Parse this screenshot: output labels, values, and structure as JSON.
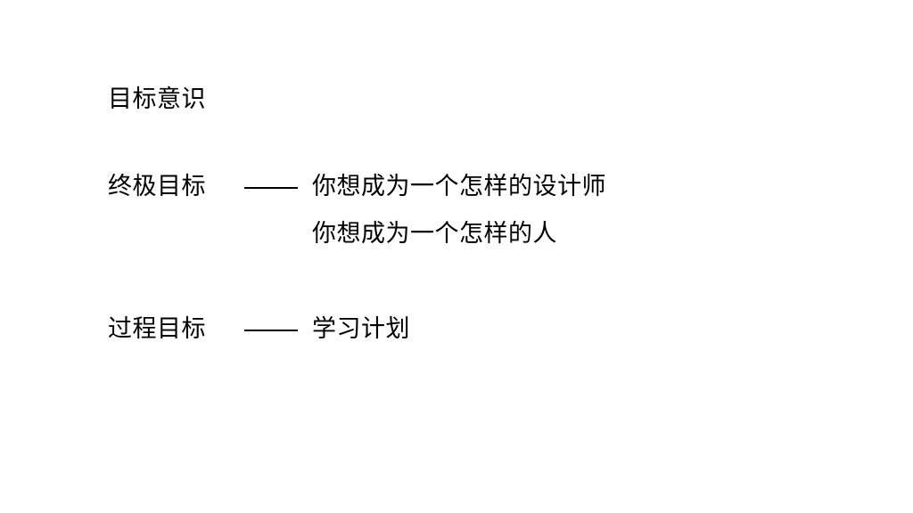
{
  "slide": {
    "title": "目标意识",
    "rows": [
      {
        "label": "终极目标",
        "separator": "——",
        "lines": [
          "你想成为一个怎样的设计师",
          "你想成为一个怎样的人"
        ]
      },
      {
        "label": "过程目标",
        "separator": "——",
        "lines": [
          "学习计划"
        ]
      }
    ]
  }
}
